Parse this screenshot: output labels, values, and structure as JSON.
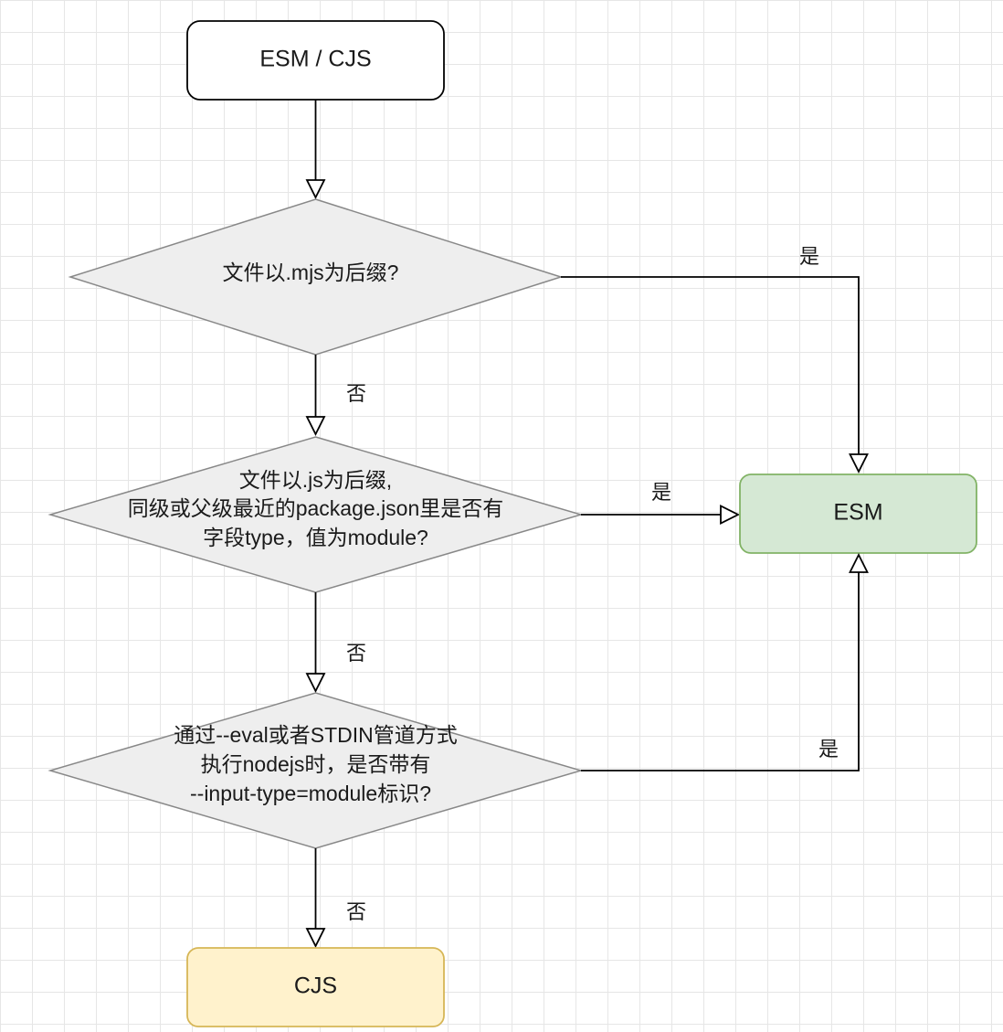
{
  "nodes": {
    "start": {
      "label": "ESM / CJS"
    },
    "decision1": {
      "lines": [
        "文件以.mjs为后缀?"
      ]
    },
    "decision2": {
      "lines": [
        "文件以.js为后缀,",
        "同级或父级最近的package.json里是否有",
        "字段type，值为module?"
      ]
    },
    "decision3": {
      "lines": [
        "通过--eval或者STDIN管道方式",
        "执行nodejs时，是否带有",
        "--input-type=module标识?"
      ]
    },
    "esm": {
      "label": "ESM",
      "fill": "#d5e8d4",
      "stroke": "#82b366"
    },
    "cjs": {
      "label": "CJS",
      "fill": "#fff2cc",
      "stroke": "#d6b656"
    }
  },
  "edge_labels": {
    "d1_yes": "是",
    "d1_no": "否",
    "d2_yes": "是",
    "d2_no": "否",
    "d3_yes": "是",
    "d3_no": "否"
  },
  "colors": {
    "decision_fill": "#eeeeee",
    "decision_stroke": "#888888",
    "line": "#000000"
  }
}
